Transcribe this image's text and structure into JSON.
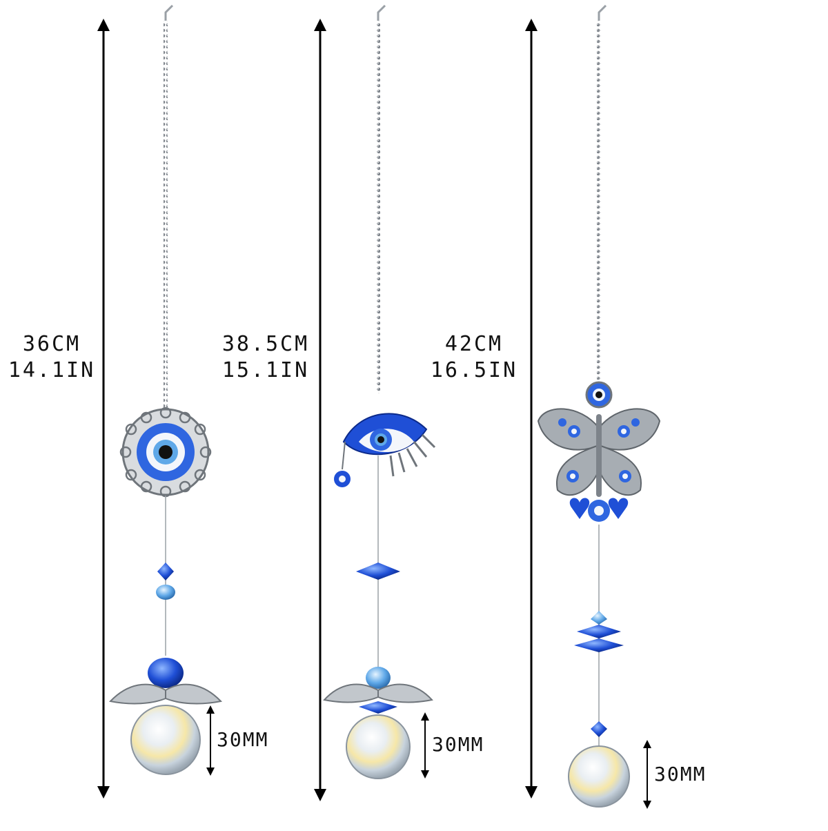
{
  "products": [
    {
      "name": "evil-eye-sun",
      "length_cm": "36CM",
      "length_in": "14.1IN",
      "ball_size": "30MM"
    },
    {
      "name": "evil-eye-lash",
      "length_cm": "38.5CM",
      "length_in": "15.1IN",
      "ball_size": "30MM"
    },
    {
      "name": "evil-eye-butterfly",
      "length_cm": "42CM",
      "length_in": "16.5IN",
      "ball_size": "30MM"
    }
  ],
  "colors": {
    "chain": "#8a8f96",
    "blue": "#1f4fd6",
    "light_blue": "#5fa8e8",
    "silver": "#9aa0a6",
    "arrow": "#000000"
  }
}
